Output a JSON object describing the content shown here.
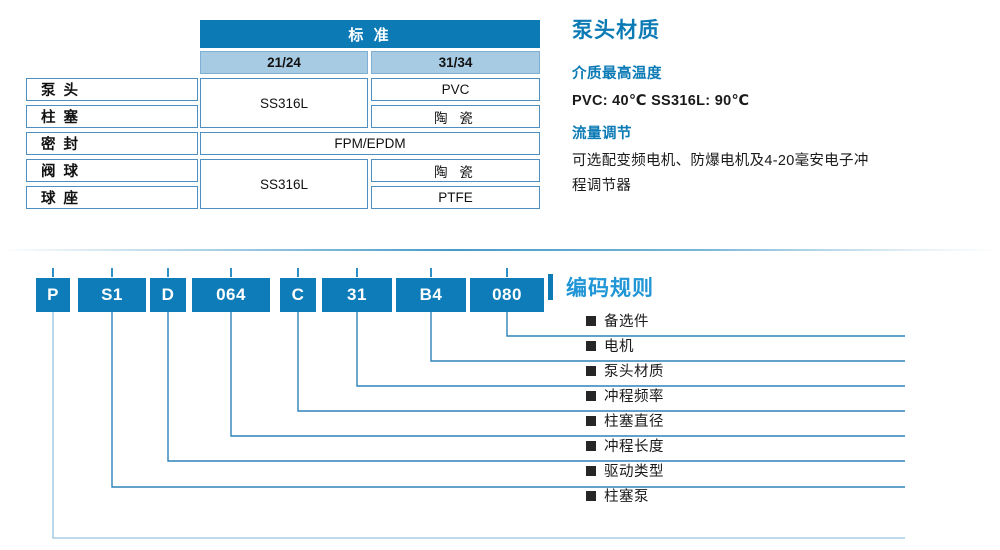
{
  "spec_table": {
    "header": {
      "main": "标 准",
      "col1": "21/24",
      "col2": "31/34"
    },
    "rows": [
      {
        "label": "泵 头",
        "col1": "SS316L",
        "col2": "PVC"
      },
      {
        "label": "柱 塞",
        "col1": "SS316L",
        "col2": "陶 瓷"
      },
      {
        "label": "密 封",
        "full": "FPM/EPDM"
      },
      {
        "label": "阀 球",
        "col1": "SS316L",
        "col2": "陶 瓷"
      },
      {
        "label": "球 座",
        "col1": "SS316L",
        "col2": "PTFE"
      }
    ],
    "merged_col1_group1": "SS316L",
    "merged_col1_group2": "SS316L",
    "full_row_value": "FPM/EPDM"
  },
  "info": {
    "title": "泵头材质",
    "temp_heading": "介质最高温度",
    "temp_value": "PVC: 40℃    SS316L: 90℃",
    "flow_heading": "流量调节",
    "flow_text_line1": "可选配变频电机、防爆电机及4-20毫安电子冲",
    "flow_text_line2": "程调节器"
  },
  "coding": {
    "title": "编码规则",
    "blocks": [
      {
        "code": "P",
        "meaning": "柱塞泵"
      },
      {
        "code": "S1",
        "meaning": "驱动类型"
      },
      {
        "code": "D",
        "meaning": "冲程长度"
      },
      {
        "code": "064",
        "meaning": "柱塞直径"
      },
      {
        "code": "C",
        "meaning": "冲程频率"
      },
      {
        "code": "31",
        "meaning": "泵头材质"
      },
      {
        "code": "B4",
        "meaning": "电机"
      },
      {
        "code": "080",
        "meaning": "备选件"
      }
    ],
    "legend": [
      "备选件",
      "电机",
      "泵头材质",
      "冲程频率",
      "柱塞直径",
      "冲程长度",
      "驱动类型",
      "柱塞泵"
    ]
  },
  "colors": {
    "header_blue": "#0b7ab5",
    "subheader_blue": "#a8cbe4",
    "block_blue": "#0d7cb8",
    "line_blue": "#4f8fc0",
    "title_blue": "#2196d6"
  }
}
